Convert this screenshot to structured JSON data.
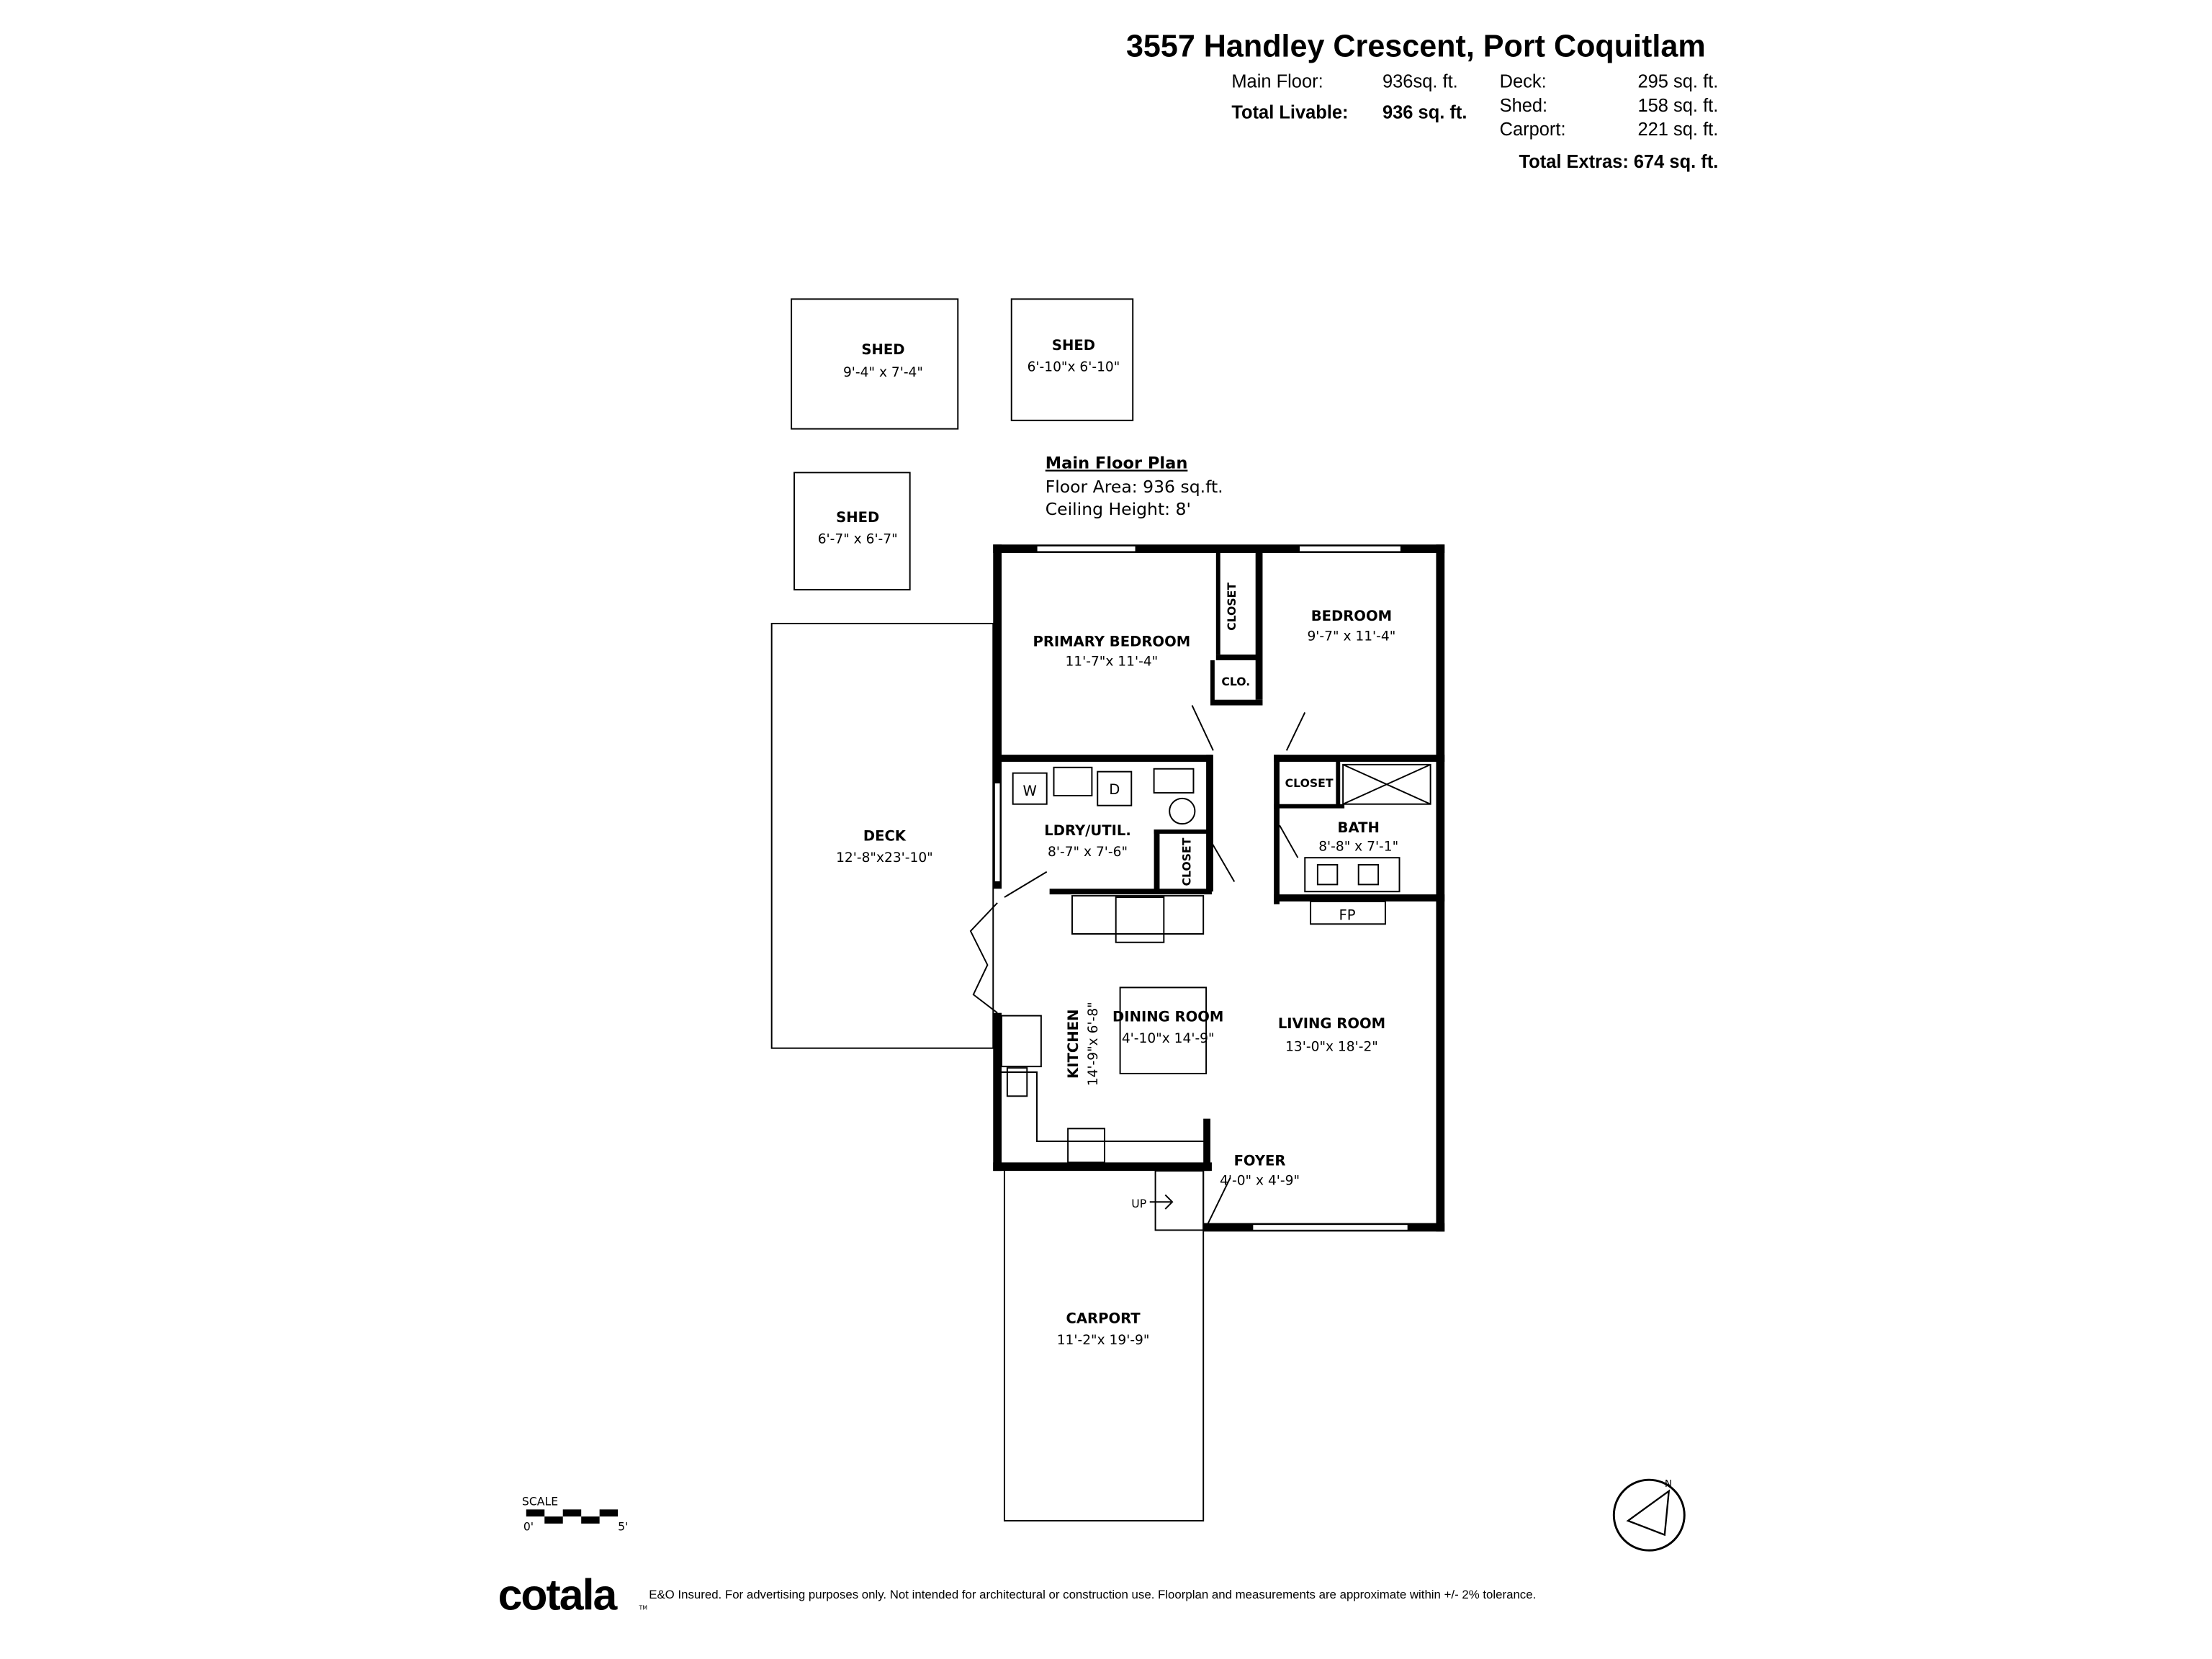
{
  "header": {
    "address": "3557 Handley Crescent, Port Coquitlam",
    "stats_left": [
      {
        "label": "Main Floor:",
        "value": "936sq. ft.",
        "bold": false
      },
      {
        "label": "Total Livable:",
        "value": "936 sq. ft.",
        "bold": true
      }
    ],
    "stats_right": [
      {
        "label": "Deck:",
        "value": "295 sq. ft."
      },
      {
        "label": "Shed:",
        "value": "158 sq. ft."
      },
      {
        "label": "Carport:",
        "value": "221 sq. ft."
      }
    ],
    "total_extras": "Total Extras: 674 sq. ft."
  },
  "plan_info": {
    "title": "Main Floor Plan",
    "floor_area": "Floor Area: 936 sq.ft.",
    "ceiling_height": "Ceiling Height: 8'"
  },
  "rooms": {
    "shed1": {
      "name": "SHED",
      "dims": "9'-4\" x 7'-4\""
    },
    "shed2": {
      "name": "SHED",
      "dims": "6'-10\"x 6'-10\""
    },
    "shed3": {
      "name": "SHED",
      "dims": "6'-7\" x 6'-7\""
    },
    "primary_bedroom": {
      "name": "PRIMARY BEDROOM",
      "dims": "11'-7\"x 11'-4\""
    },
    "bedroom": {
      "name": "BEDROOM",
      "dims": "9'-7\" x 11'-4\""
    },
    "closet_primary": {
      "name": "CLOSET"
    },
    "clo": {
      "name": "CLO."
    },
    "closet_bath": {
      "name": "CLOSET"
    },
    "closet_ldry": {
      "name": "CLOSET"
    },
    "ldry": {
      "name": "LDRY/UTIL.",
      "dims": "8'-7\" x 7'-6\""
    },
    "bath": {
      "name": "BATH",
      "dims": "8'-8\" x 7'-1\""
    },
    "deck": {
      "name": "DECK",
      "dims": "12'-8\"x23'-10\""
    },
    "kitchen": {
      "name": "KITCHEN",
      "dims": "14'-9\"x 6'-8\""
    },
    "dining": {
      "name": "DINING ROOM",
      "dims": "4'-10\"x 14'-9\""
    },
    "living": {
      "name": "LIVING ROOM",
      "dims": "13'-0\"x 18'-2\""
    },
    "foyer": {
      "name": "FOYER",
      "dims": "4'-0\" x 4'-9\""
    },
    "carport": {
      "name": "CARPORT",
      "dims": "11'-2\"x 19'-9\""
    }
  },
  "fixtures": {
    "washer": "W",
    "dryer": "D",
    "fireplace": "FP",
    "stairs_up": "UP"
  },
  "scale": {
    "label": "SCALE",
    "start": "0'",
    "end": "5'"
  },
  "compass": {
    "label": "N"
  },
  "footer": {
    "logo": "cotala",
    "trademark": "TM",
    "disclaimer": "E&O Insured. For advertising purposes only. Not intended for architectural or construction use. Floorplan and measurements are approximate within +/- 2% tolerance."
  }
}
